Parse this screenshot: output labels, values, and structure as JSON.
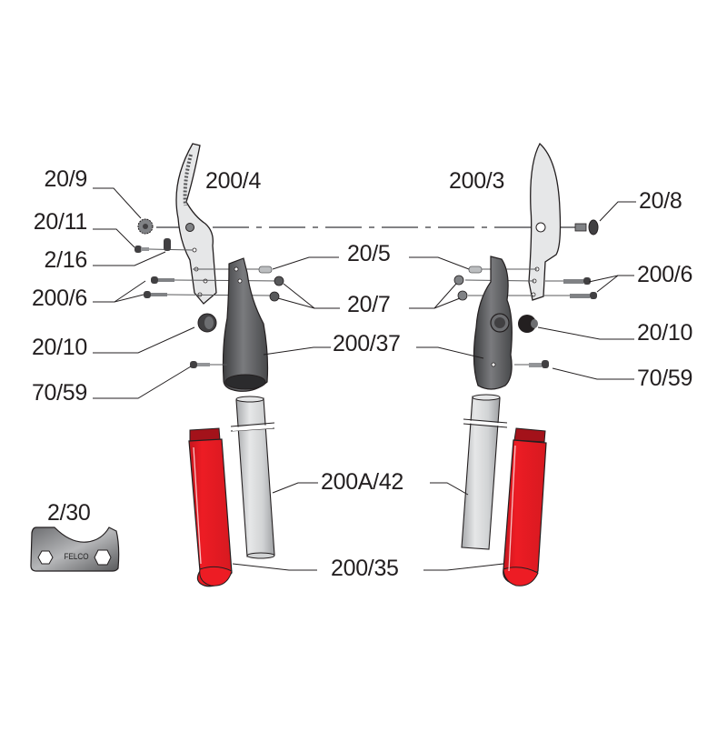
{
  "diagram": {
    "type": "exploded-parts-diagram",
    "colors": {
      "grip_red": "#e31c24",
      "grip_red_dark": "#b3141c",
      "tube_gray": "#cfd0d2",
      "handle_dark": "#58595b",
      "blade_light": "#dcdddf",
      "line": "#231f20"
    },
    "labels": {
      "l_20_9": "20/9",
      "l_20_11": "20/11",
      "l_2_16": "2/16",
      "l_200_6_left": "200/6",
      "l_20_10_left": "20/10",
      "l_70_59_left": "70/59",
      "l_200_4": "200/4",
      "l_200_3": "200/3",
      "l_20_8": "20/8",
      "l_20_5": "20/5",
      "l_20_7": "20/7",
      "l_200_37": "200/37",
      "l_200_6_right": "200/6",
      "l_20_10_right": "20/10",
      "l_70_59_right": "70/59",
      "l_200A_42": "200A/42",
      "l_200_35": "200/35",
      "l_2_30": "2/30"
    },
    "wrench_brand": "FELCO"
  }
}
